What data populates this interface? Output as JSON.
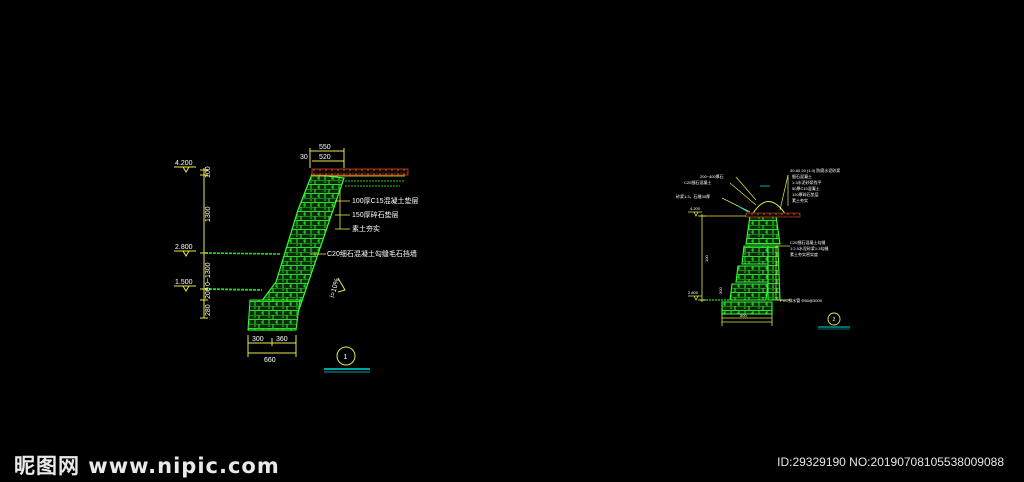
{
  "colors": {
    "background": "#000000",
    "stone": "#22cc22",
    "dim": "#ffffff",
    "yellow": "#e8e84a",
    "leader": "#00d8d8",
    "soil": "#a04020"
  },
  "section1": {
    "elevations": [
      "4.200",
      "2.800",
      "1.500"
    ],
    "top_dims": [
      "550",
      "520",
      "30"
    ],
    "bottom_dims": [
      "300",
      "360",
      "660"
    ],
    "vertical_dims": [
      "100",
      "1300",
      "0~1300",
      "280",
      "200"
    ],
    "callouts": [
      "100厚C15混凝土垫层",
      "150厚碎石垫层",
      "素土夯实",
      "C20细石混凝土勾缝毛石挡墙"
    ],
    "slope": "i=10%",
    "label": "1"
  },
  "section2": {
    "elevations": [
      "4.200",
      "2.800"
    ],
    "callouts_top": [
      "200~400厚石",
      "C20细石混凝土",
      "砂浆1:3，石缝30厚",
      "30-60 20 (1:3) 防腐水泥砂浆",
      "细石混凝土",
      "1:3水泥砂浆找平",
      "50厚C15混凝土",
      "120厚碎石垫层",
      "素土夯实"
    ],
    "callouts_bottom": [
      "C20细石混凝土勾缝",
      "1:2.5水泥砂浆1:3勾缝",
      "素土夯实密实度"
    ],
    "pipe": "PVC排水管 Φ50@3000",
    "dims": [
      "500",
      "100",
      "300"
    ],
    "label": "2"
  },
  "watermark": {
    "logo": "昵图网 www.nipic.com",
    "id": "ID:29329190 NO:20190708105538009088"
  }
}
